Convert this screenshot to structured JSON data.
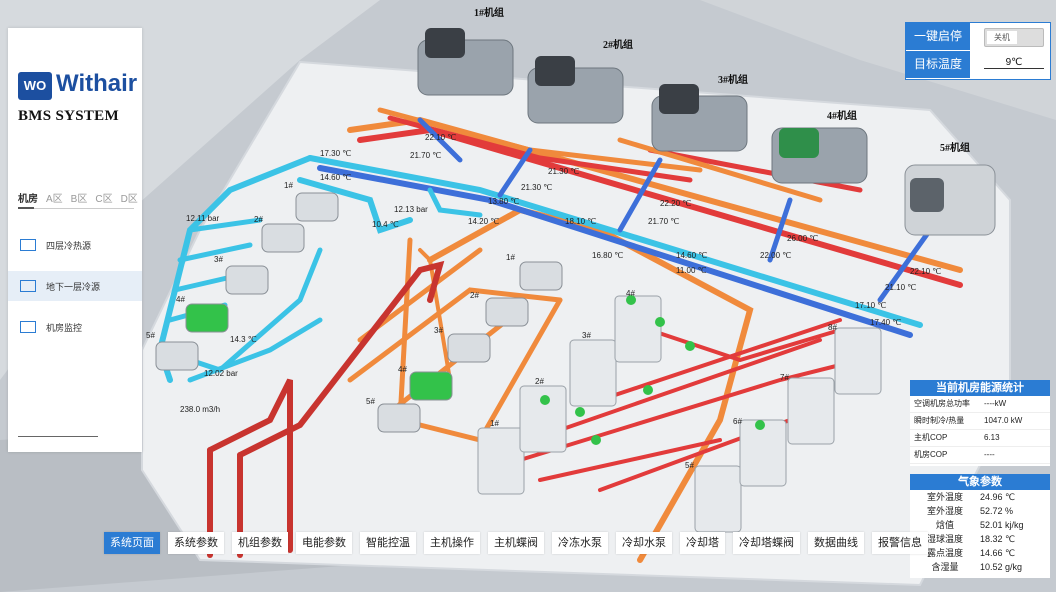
{
  "brand": {
    "logo_mark": "WO",
    "name": "Withair",
    "subtitle": "BMS SYSTEM"
  },
  "zones": {
    "tabs": [
      "机房",
      "A区",
      "B区",
      "C区",
      "D区"
    ],
    "active": "机房"
  },
  "sidebar": {
    "items": [
      {
        "label": "四层冷热源",
        "icon": "cooling-source-icon"
      },
      {
        "label": "地下一层冷源",
        "icon": "cooling-source-icon"
      },
      {
        "label": "机房监控",
        "icon": "camera-icon"
      }
    ]
  },
  "control": {
    "one_key_label": "一键启停",
    "switch_state": "关机",
    "target_temp_label": "目标温度",
    "target_temp_value": "9℃"
  },
  "chillers": [
    "1#机组",
    "2#机组",
    "3#机组",
    "4#机组",
    "5#机组"
  ],
  "pump_labels": [
    "1#",
    "2#",
    "3#",
    "4#",
    "5#"
  ],
  "tower_labels": [
    "1#",
    "2#",
    "3#",
    "4#",
    "5#",
    "6#",
    "7#",
    "8#"
  ],
  "readings": {
    "t1": "22.10 ℃",
    "t2": "21.70 ℃",
    "t3": "17.30 ℃",
    "t4": "14.60 ℃",
    "t5": "21.30 ℃",
    "t6": "21.30 ℃",
    "t7": "13.80 ℃",
    "t8": "14.20 ℃",
    "t9": "18.10 ℃",
    "t10": "22.20 ℃",
    "t11": "21.70 ℃",
    "t12": "26.00 ℃",
    "t13": "16.80 ℃",
    "t14": "14.60 ℃",
    "t15": "11.00 ℃",
    "t16": "22.00 ℃",
    "t17": "22.10 ℃",
    "t18": "21.10 ℃",
    "t19": "17.10 ℃",
    "t20": "17.40 ℃",
    "p1": "12.11 bar",
    "p2": "12.13 bar",
    "p3": "12.02 bar",
    "t21": "10.4 ℃",
    "t22": "14.3 ℃",
    "flow": "238.0 m3/h"
  },
  "energy_stats": {
    "title": "当前机房能源统计",
    "rows": [
      {
        "label": "空调机房总功率",
        "value": "----kW"
      },
      {
        "label": "瞬时制冷/热量",
        "value": "1047.0 kW"
      },
      {
        "label": "主机COP",
        "value": "6.13"
      },
      {
        "label": "机房COP",
        "value": "----"
      }
    ]
  },
  "weather": {
    "title": "气象参数",
    "rows": [
      {
        "label": "室外温度",
        "value": "24.96 ℃"
      },
      {
        "label": "室外湿度",
        "value": "52.72 %"
      },
      {
        "label": "焓值",
        "value": "52.01 kj/kg"
      },
      {
        "label": "湿球温度",
        "value": "18.32 ℃"
      },
      {
        "label": "露点温度",
        "value": "14.66 ℃"
      },
      {
        "label": "含湿量",
        "value": "10.52 g/kg"
      }
    ]
  },
  "nav": {
    "items": [
      "系统页面",
      "系统参数",
      "机组参数",
      "电能参数",
      "智能控温",
      "主机操作",
      "主机蝶阀",
      "冷冻水泵",
      "冷却水泵",
      "冷却塔",
      "冷却塔蝶阀",
      "数据曲线",
      "报警信息"
    ],
    "active": "系统页面"
  },
  "colors": {
    "accent": "#2b7cd3",
    "chilled_supply": "#3bc3e6",
    "chilled_return": "#3d6fd9",
    "cooling_supply": "#f08a3c",
    "cooling_return": "#e23b3b",
    "valve_green": "#33c24a"
  }
}
